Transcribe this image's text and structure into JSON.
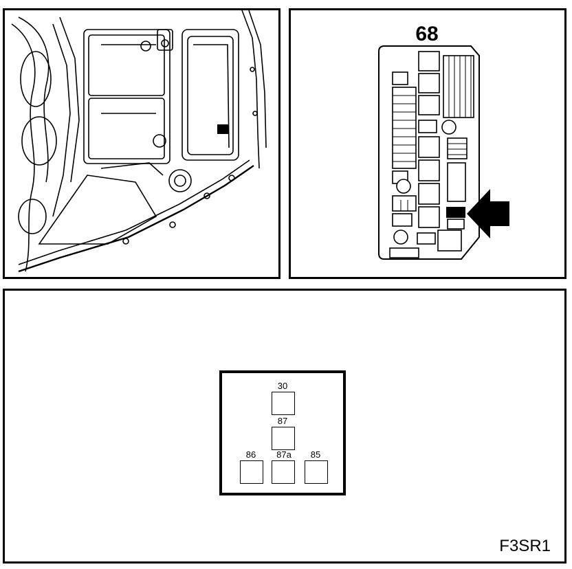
{
  "fuse_box": {
    "number": "68"
  },
  "relay": {
    "pins": [
      {
        "id": "pin-30",
        "label": "30"
      },
      {
        "id": "pin-87",
        "label": "87"
      },
      {
        "id": "pin-86",
        "label": "86"
      },
      {
        "id": "pin-87a",
        "label": "87a"
      },
      {
        "id": "pin-85",
        "label": "85"
      }
    ]
  },
  "figure_id": "F3SR1",
  "icons": {
    "arrow": "arrow-left-icon"
  }
}
